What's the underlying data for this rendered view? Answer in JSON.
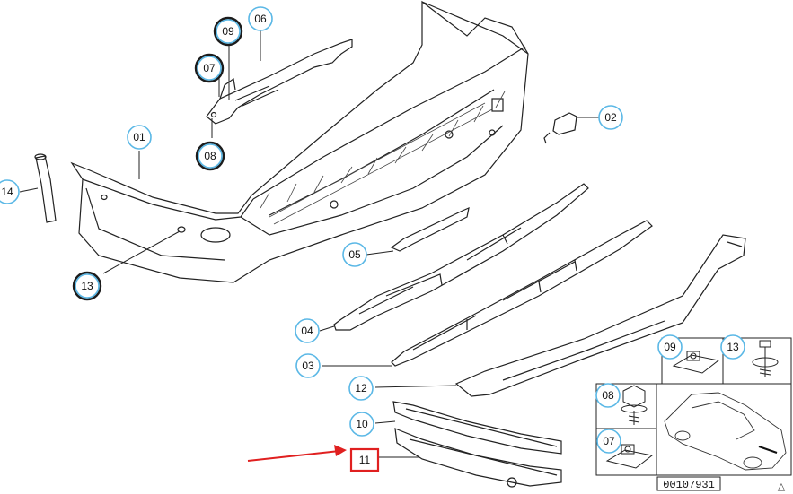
{
  "callouts": [
    {
      "id": "01",
      "label": "01",
      "variant": "normal"
    },
    {
      "id": "02",
      "label": "02",
      "variant": "normal"
    },
    {
      "id": "03",
      "label": "03",
      "variant": "normal"
    },
    {
      "id": "04",
      "label": "04",
      "variant": "normal"
    },
    {
      "id": "05",
      "label": "05",
      "variant": "normal"
    },
    {
      "id": "06",
      "label": "06",
      "variant": "normal"
    },
    {
      "id": "07a",
      "label": "07",
      "variant": "dark"
    },
    {
      "id": "08a",
      "label": "08",
      "variant": "dark"
    },
    {
      "id": "09a",
      "label": "09",
      "variant": "dark"
    },
    {
      "id": "10",
      "label": "10",
      "variant": "normal"
    },
    {
      "id": "11",
      "label": "11",
      "variant": "selected"
    },
    {
      "id": "12",
      "label": "12",
      "variant": "normal"
    },
    {
      "id": "13a",
      "label": "13",
      "variant": "dark"
    },
    {
      "id": "14",
      "label": "14",
      "variant": "normal"
    },
    {
      "id": "07b",
      "label": "07",
      "variant": "normal"
    },
    {
      "id": "08b",
      "label": "08",
      "variant": "normal"
    },
    {
      "id": "09b",
      "label": "09",
      "variant": "normal"
    },
    {
      "id": "13b",
      "label": "13",
      "variant": "normal"
    }
  ],
  "highlight": {
    "selected_part": "11",
    "color": "#e02020"
  },
  "callout_color": "#5bb8e6",
  "reference_number": "00107931",
  "corner_mark": "△"
}
